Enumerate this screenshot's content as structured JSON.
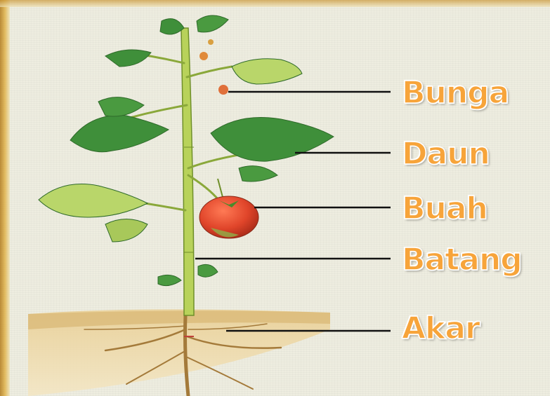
{
  "labels": {
    "bunga": "Bunga",
    "daun": "Daun",
    "buah": "Buah",
    "batang": "Batang",
    "akar": "Akar"
  },
  "colors": {
    "label_fill": "#f7a43a",
    "label_outline": "#ffffff",
    "leader_line": "#111111",
    "leaf": "#3f8f3a",
    "stem": "#a8c64a",
    "fruit": "#e0452a",
    "soil": "#e4c88a"
  }
}
